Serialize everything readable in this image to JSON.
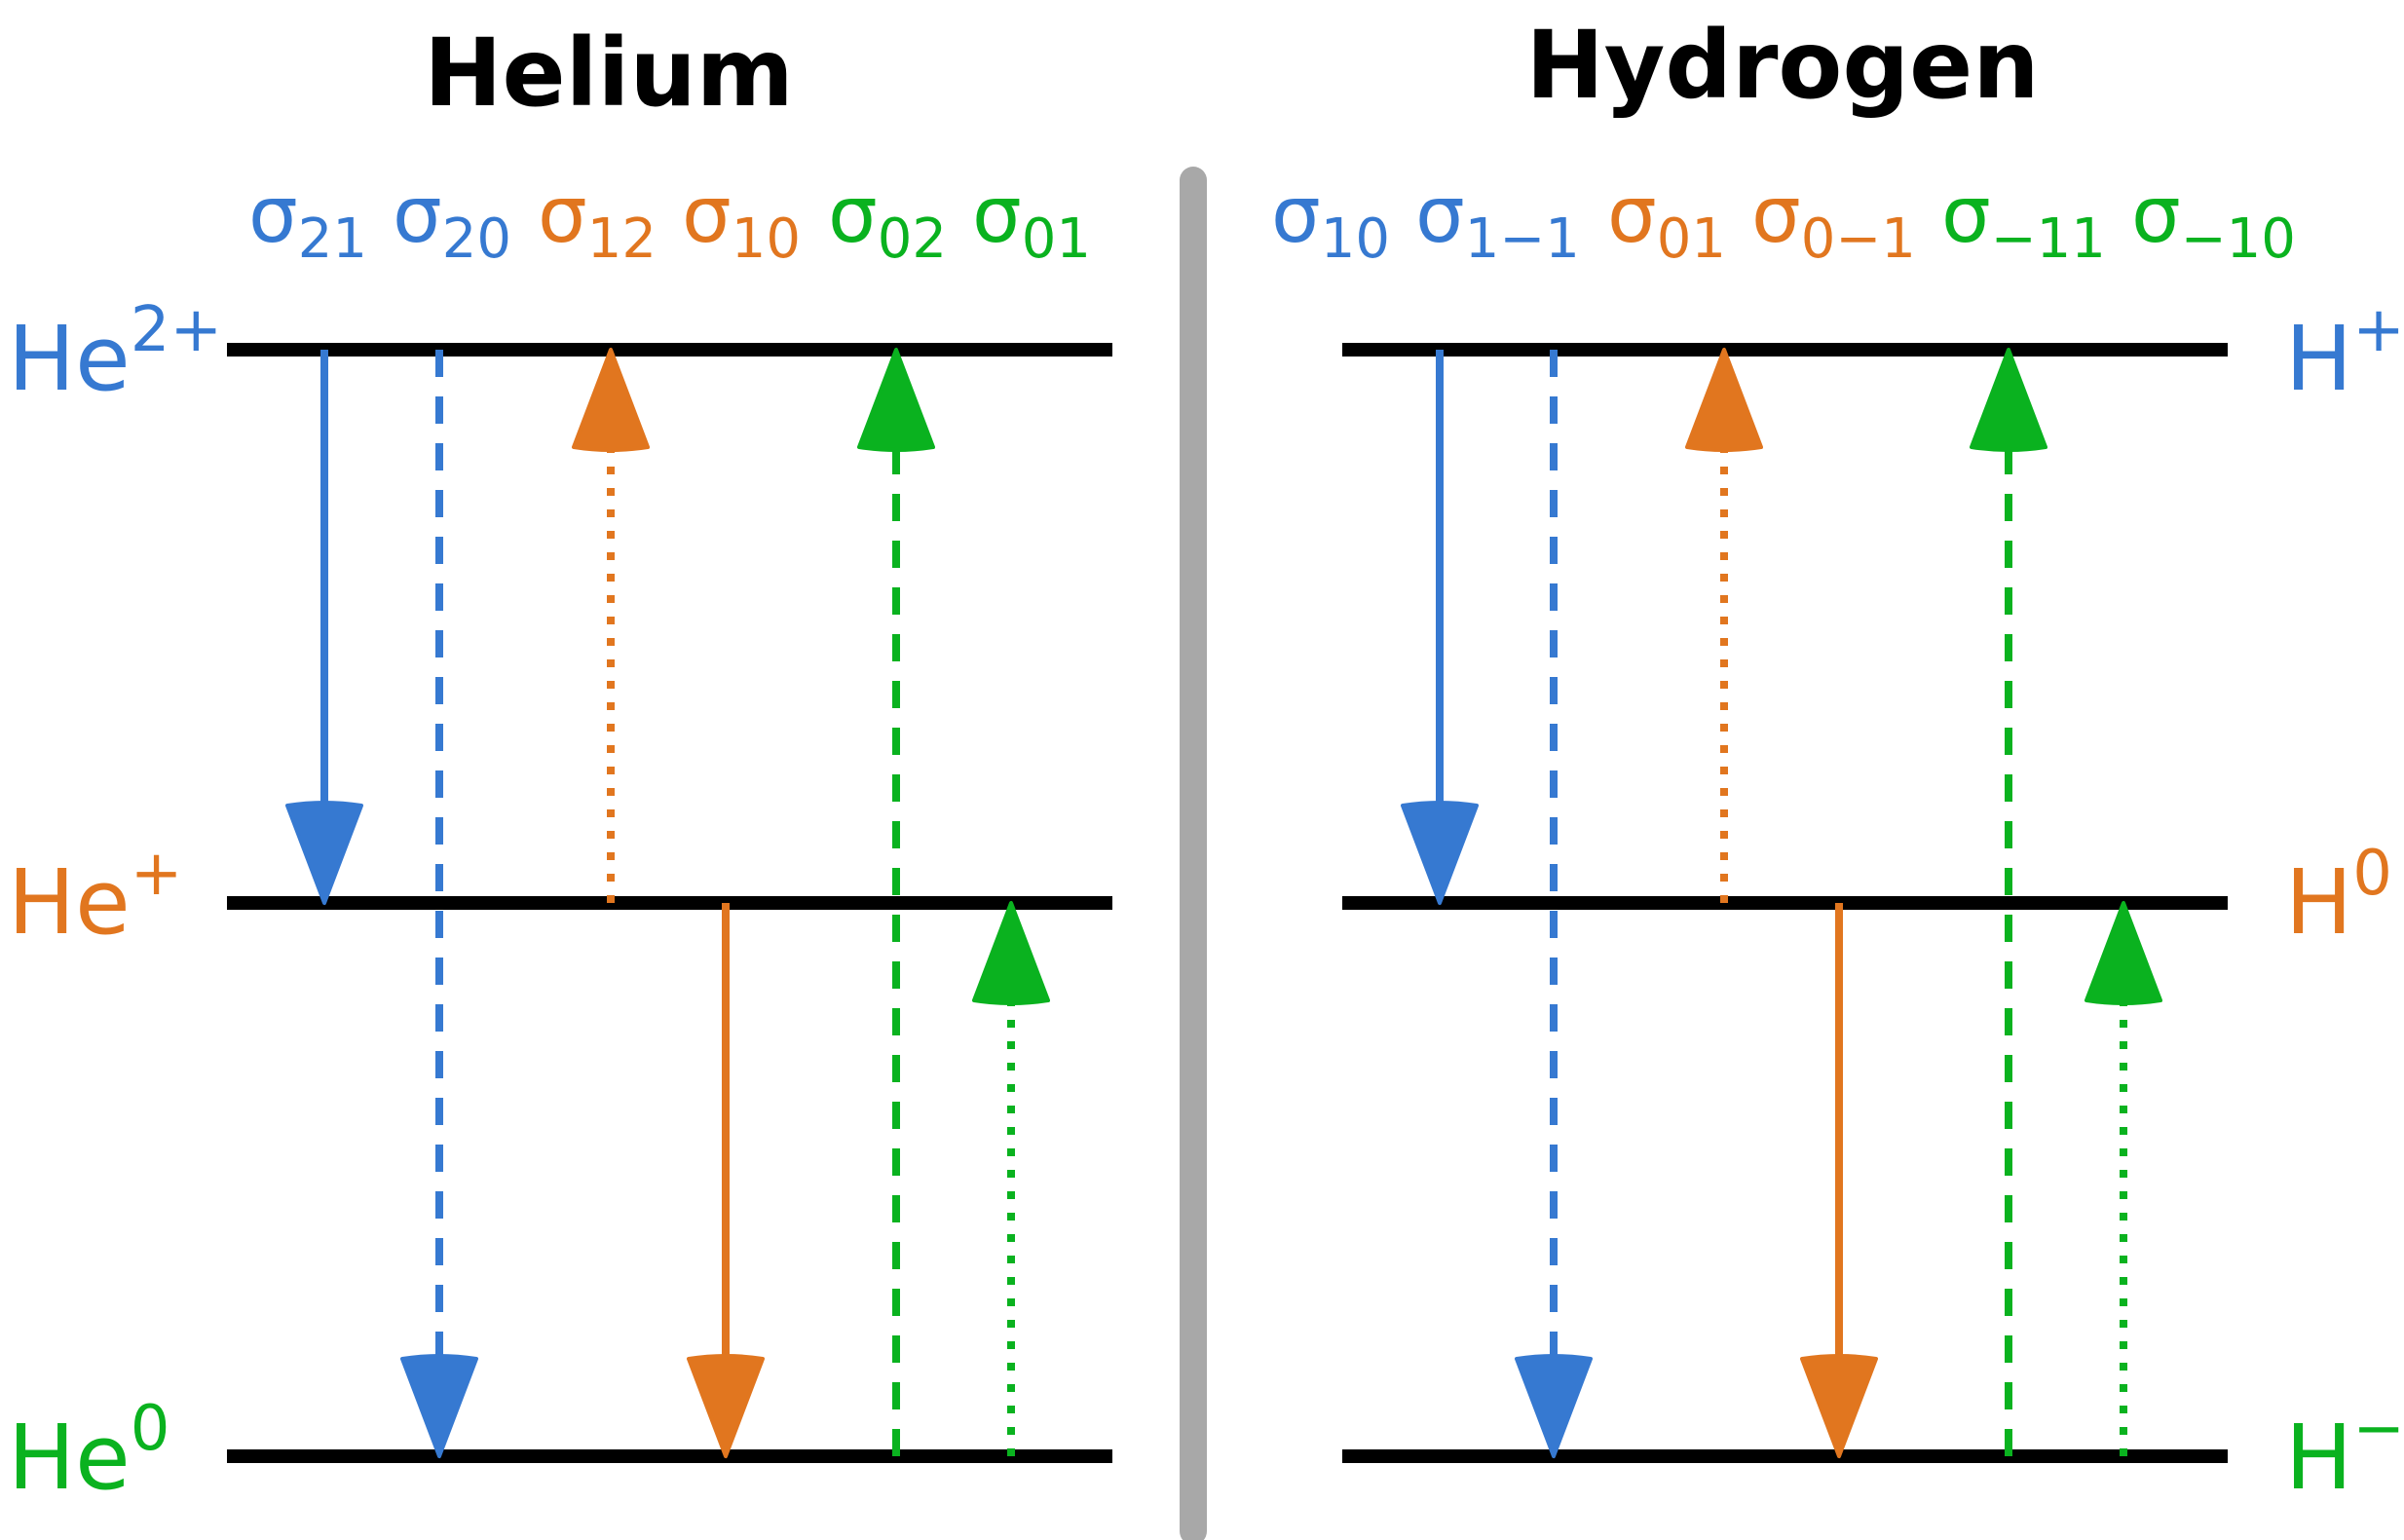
{
  "colors": {
    "blue": "#3679d1",
    "orange": "#e1761f",
    "green": "#0ab21f",
    "black": "#000000",
    "divider": "#a8a8a8"
  },
  "panels": [
    {
      "title": "Helium",
      "levels": [
        {
          "base": "He",
          "charge": "2+",
          "color": "blue"
        },
        {
          "base": "He",
          "charge": "+",
          "color": "orange"
        },
        {
          "base": "He",
          "charge": "0",
          "color": "green"
        }
      ],
      "cross_sections": [
        {
          "symbol": "σ",
          "index": "21",
          "color": "blue",
          "from": 0,
          "to": 1,
          "style": "solid"
        },
        {
          "symbol": "σ",
          "index": "20",
          "color": "blue",
          "from": 0,
          "to": 2,
          "style": "dashed"
        },
        {
          "symbol": "σ",
          "index": "12",
          "color": "orange",
          "from": 1,
          "to": 0,
          "style": "dotted"
        },
        {
          "symbol": "σ",
          "index": "10",
          "color": "orange",
          "from": 1,
          "to": 2,
          "style": "solid"
        },
        {
          "symbol": "σ",
          "index": "02",
          "color": "green",
          "from": 2,
          "to": 0,
          "style": "dashed"
        },
        {
          "symbol": "σ",
          "index": "01",
          "color": "green",
          "from": 2,
          "to": 1,
          "style": "dotted"
        }
      ]
    },
    {
      "title": "Hydrogen",
      "levels": [
        {
          "base": "H",
          "charge": "+",
          "color": "blue"
        },
        {
          "base": "H",
          "charge": "0",
          "color": "orange"
        },
        {
          "base": "H",
          "charge": "−",
          "color": "green"
        }
      ],
      "cross_sections": [
        {
          "symbol": "σ",
          "index": "10",
          "color": "blue",
          "from": 0,
          "to": 1,
          "style": "solid"
        },
        {
          "symbol": "σ",
          "index": "1−1",
          "color": "blue",
          "from": 0,
          "to": 2,
          "style": "dashed"
        },
        {
          "symbol": "σ",
          "index": "01",
          "color": "orange",
          "from": 1,
          "to": 0,
          "style": "dotted"
        },
        {
          "symbol": "σ",
          "index": "0−1",
          "color": "orange",
          "from": 1,
          "to": 2,
          "style": "solid"
        },
        {
          "symbol": "σ",
          "index": "−11",
          "color": "green",
          "from": 2,
          "to": 0,
          "style": "dashed"
        },
        {
          "symbol": "σ",
          "index": "−10",
          "color": "green",
          "from": 2,
          "to": 1,
          "style": "dotted"
        }
      ]
    }
  ]
}
